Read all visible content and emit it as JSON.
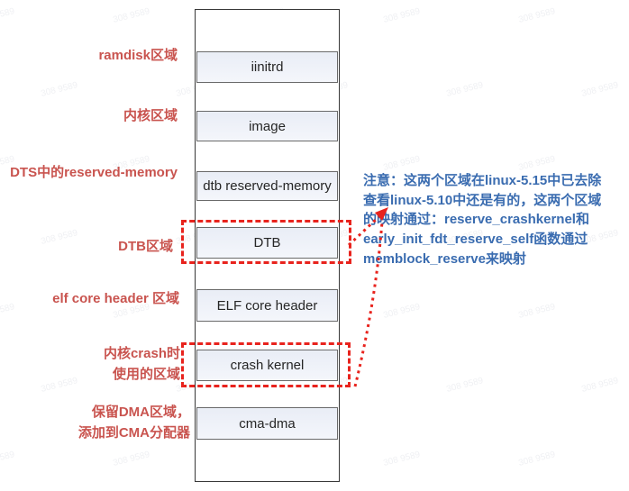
{
  "colors": {
    "label_red": "#c9544f",
    "note_blue": "#3a6cb0",
    "accent_red": "#e8231d",
    "box_fill_top": "#e9edf6",
    "box_fill_bottom": "#f4f6fb",
    "box_border": "#6a6a6a",
    "column_border": "#383838",
    "box_text": "#262626"
  },
  "watermark": {
    "text": "308 9589"
  },
  "memory_column": {
    "boxes": [
      {
        "label": "iinitrd"
      },
      {
        "label": "image"
      },
      {
        "label": "dtb reserved-memory"
      },
      {
        "label": "DTB"
      },
      {
        "label": "ELF core header"
      },
      {
        "label": "crash kernel"
      },
      {
        "label": "cma-dma"
      }
    ]
  },
  "side_labels": [
    {
      "lines": [
        "ramdisk区域"
      ]
    },
    {
      "lines": [
        "内核区域"
      ]
    },
    {
      "lines": [
        "DTS中的reserved-memory"
      ]
    },
    {
      "lines": [
        "DTB区域"
      ]
    },
    {
      "lines": [
        "elf core header 区域"
      ]
    },
    {
      "lines": [
        "内核crash时",
        "使用的区域"
      ]
    },
    {
      "lines": [
        "保留DMA区域，",
        "添加到CMA分配器"
      ]
    }
  ],
  "note": {
    "lines": [
      "注意：这两个区域在linux-5.15中已去除",
      "查看linux-5.10中还是有的，这两个区域",
      "的映射通过：reserve_crashkernel和",
      "early_init_fdt_reserve_self函数通过",
      "memblock_reserve来映射"
    ]
  }
}
